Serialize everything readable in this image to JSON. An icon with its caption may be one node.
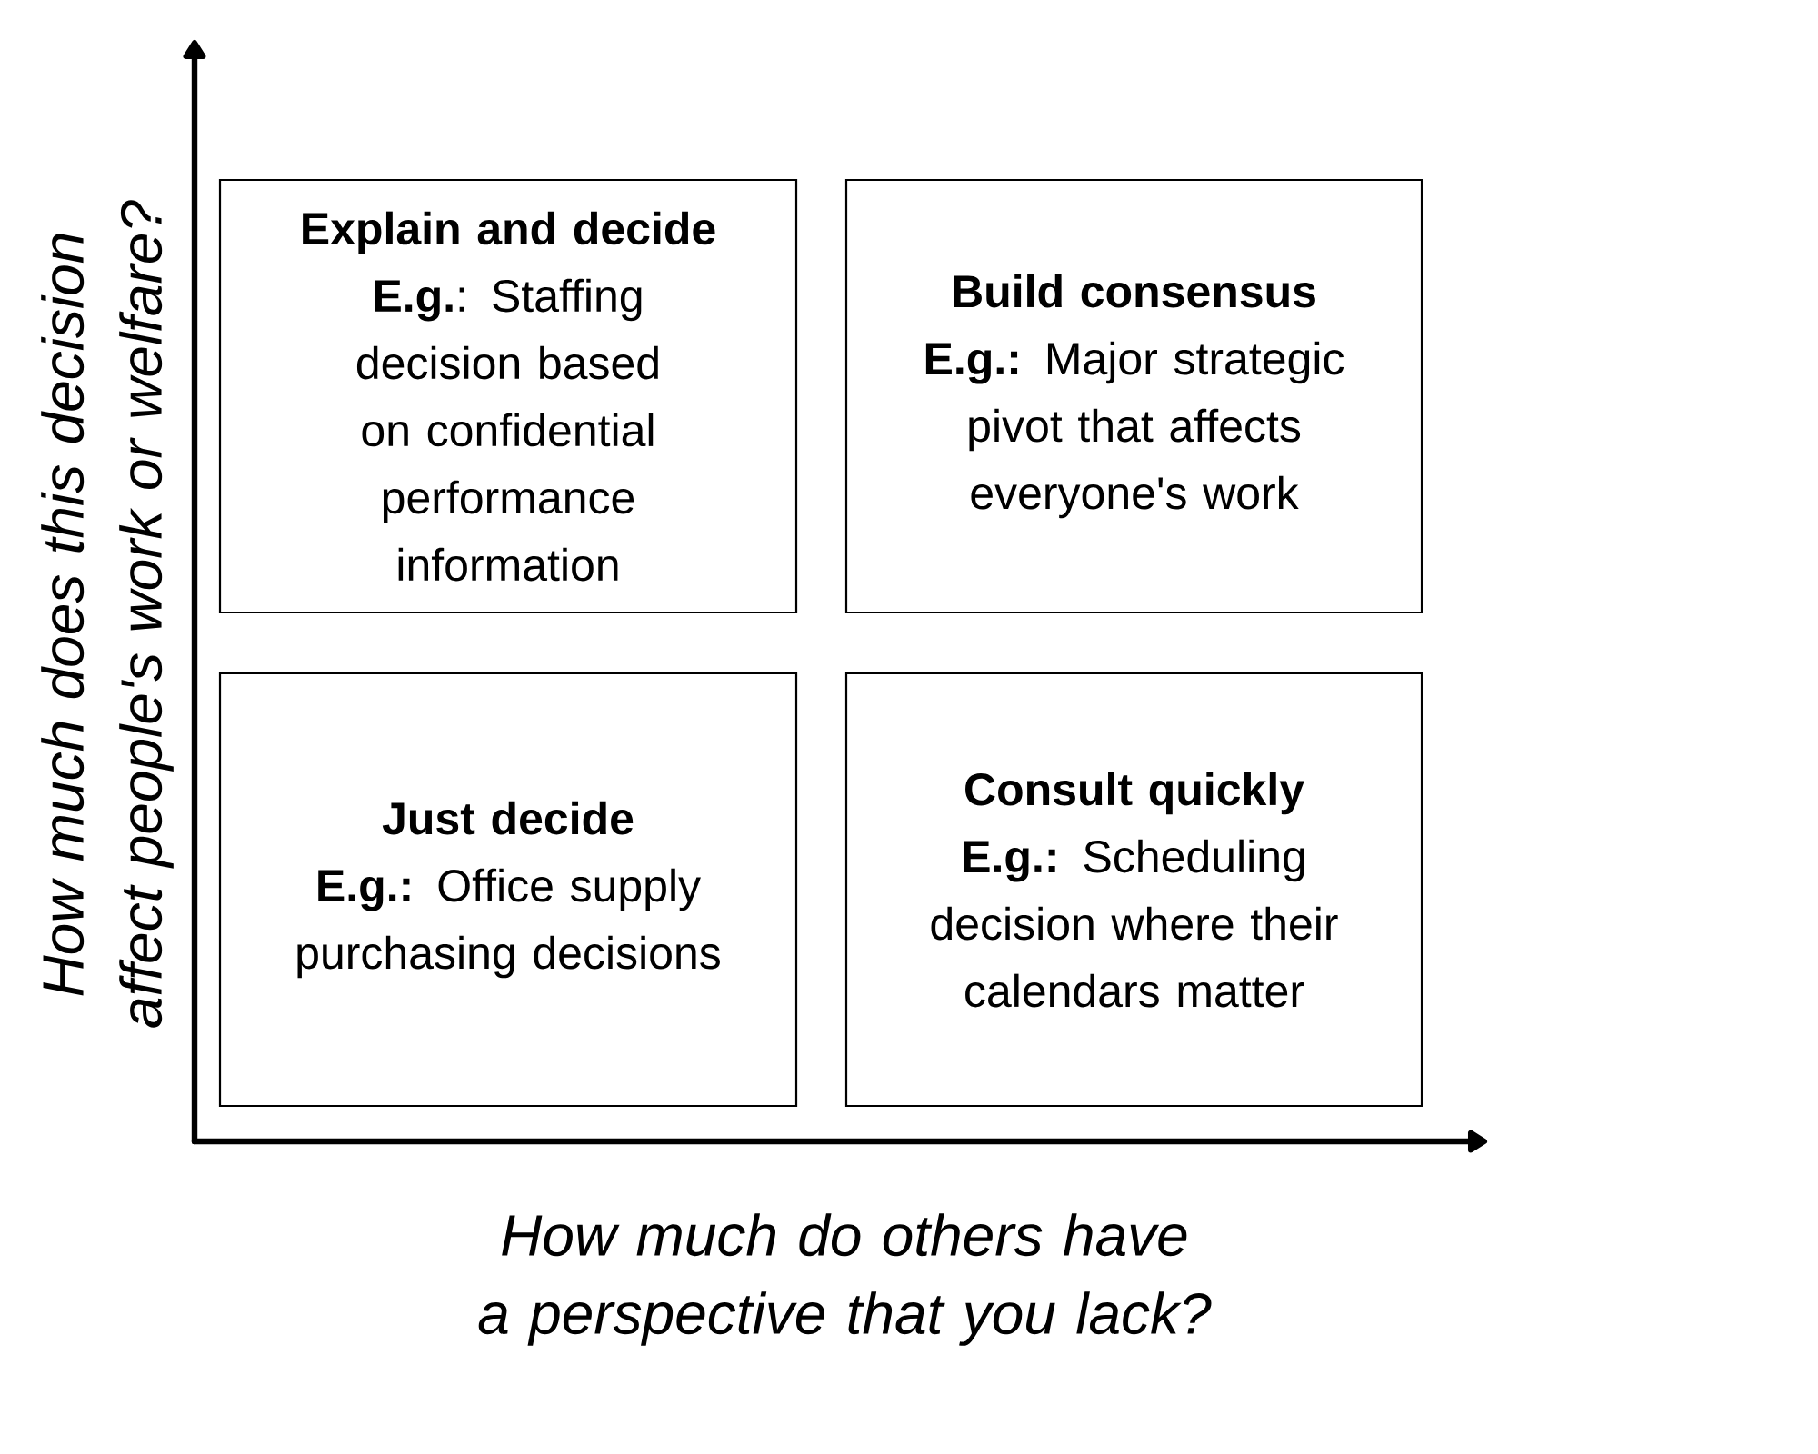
{
  "diagram": {
    "nodes": [
      {
        "text": [
          "Explain and decide",
          "**E.g.**: Staffing decision based on confidential performance information"
        ]
      },
      {
        "text": [
          "Build consensus",
          "**E.g.:**  Major strategic pivot that affects everyone's work"
        ]
      },
      {
        "text": [
          "Just decide",
          "**E.g.:** Office supply purchasing decisions"
        ]
      },
      {
        "text": [
          "Consult quickly",
          "**E.g.:** Scheduling decision where their calendars matter"
        ]
      }
    ],
    "labels": [
      "How much does this decision affect people's work or welfare?",
      "How much do others have a perspective that you lack?"
    ]
  }
}
